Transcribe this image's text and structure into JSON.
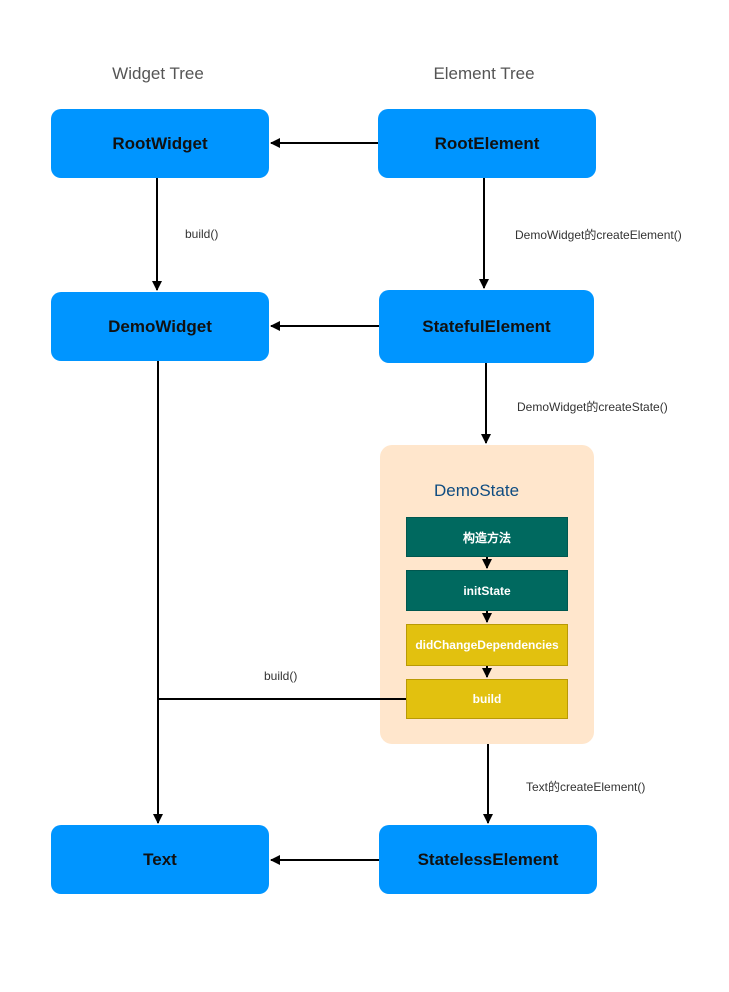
{
  "columns": {
    "widget_tree": "Widget Tree",
    "element_tree": "Element Tree"
  },
  "widgets": {
    "root": "RootWidget",
    "demo": "DemoWidget",
    "text": "Text"
  },
  "elements": {
    "root": "RootElement",
    "stateful": "StatefulElement",
    "stateless": "StatelessElement"
  },
  "state": {
    "title": "DemoState",
    "steps": [
      "构造方法",
      "initState",
      "didChangeDependencies",
      "build"
    ]
  },
  "edge_labels": {
    "root_build": "build()",
    "root_create": "DemoWidget的createElement()",
    "create_state": "DemoWidget的createState()",
    "state_build": "build()",
    "text_create": "Text的createElement()"
  },
  "colors": {
    "node": "#0095ff",
    "state_panel": "#ffe6cc",
    "step_dark": "#00695f",
    "step_gold": "#e2c10f",
    "state_title": "#0f4c81"
  }
}
